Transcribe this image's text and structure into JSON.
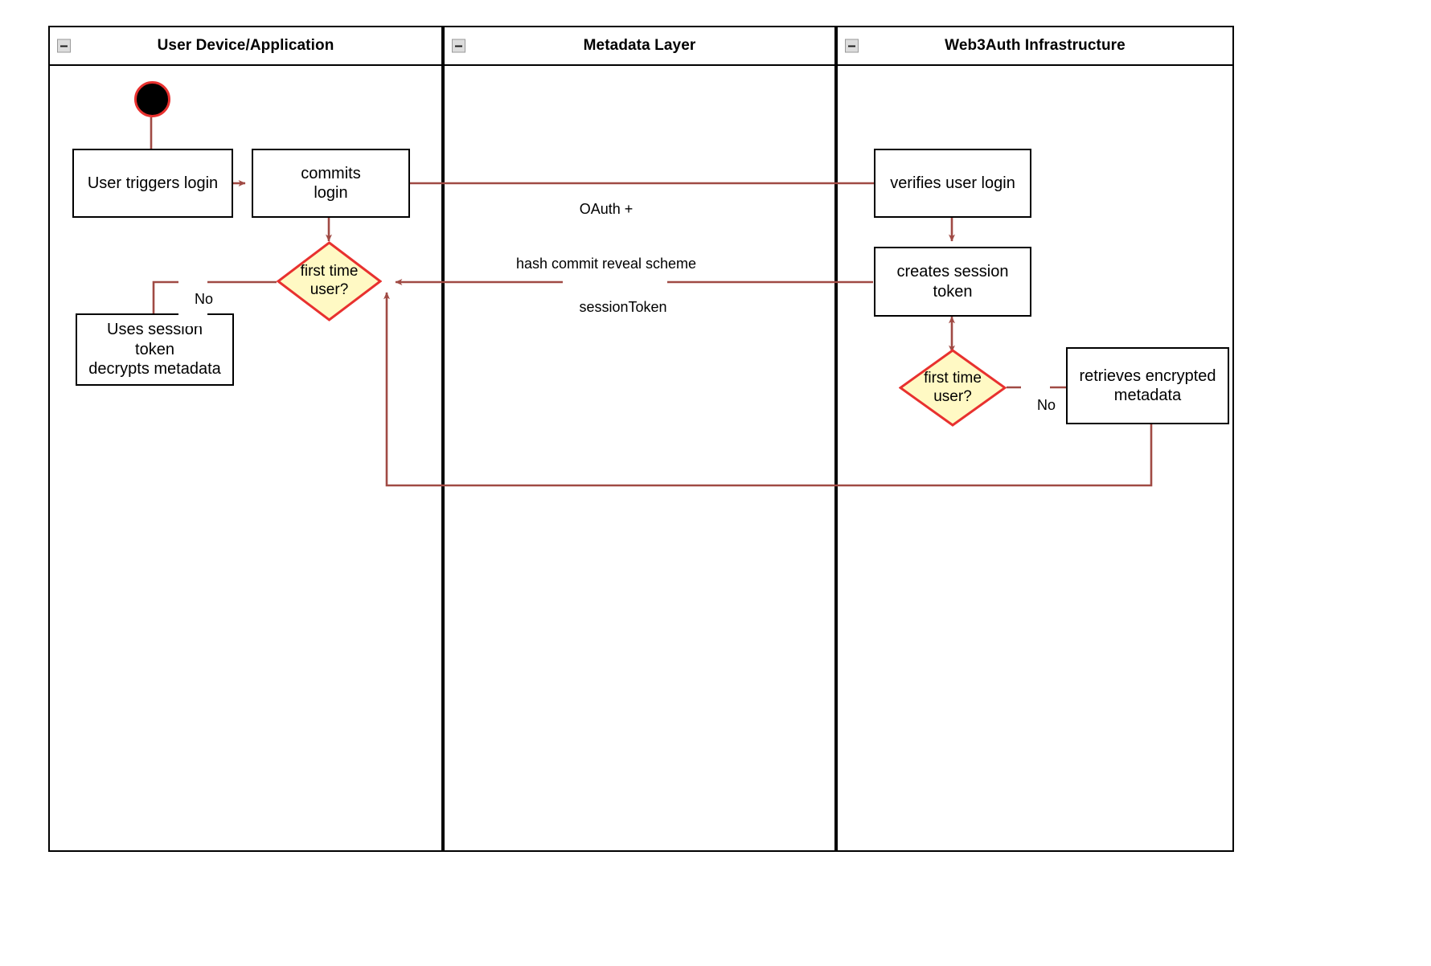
{
  "diagram": {
    "type": "uml-activity-swimlane",
    "colors": {
      "lane_border": "#000000",
      "node_border": "#000000",
      "node_fill": "#ffffff",
      "decision_fill": "#fff9c4",
      "decision_border": "#e8312f",
      "edge": "#a04a44",
      "start_fill": "#000000",
      "start_ring": "#e8312f",
      "collapse_icon_fill": "#dcdcdc"
    }
  },
  "lanes": [
    {
      "id": "lane-user",
      "title": "User Device/Application"
    },
    {
      "id": "lane-metadata",
      "title": "Metadata Layer"
    },
    {
      "id": "lane-web3auth",
      "title": "Web3Auth Infrastructure"
    }
  ],
  "nodes": {
    "start": {
      "label": "",
      "kind": "initial-node"
    },
    "user_triggers": {
      "label": "User triggers login",
      "kind": "action"
    },
    "commits_login": {
      "label": "commits\nlogin",
      "line1": "commits",
      "line2": "login",
      "kind": "action"
    },
    "decision_user": {
      "label": "first time\nuser?",
      "line1": "first time",
      "line2": "user?",
      "kind": "decision"
    },
    "uses_session": {
      "label": "Uses session\ntoken\ndecrypts metadata",
      "line1": "Uses session",
      "line2": "token",
      "line3": "decrypts metadata",
      "kind": "action"
    },
    "verifies_login": {
      "label": "verifies user login",
      "kind": "action"
    },
    "creates_token": {
      "label": "creates session\ntoken",
      "line1": "creates session",
      "line2": "token",
      "kind": "action"
    },
    "decision_web3": {
      "label": "first time\nuser?",
      "line1": "first time",
      "line2": "user?",
      "kind": "decision"
    },
    "retrieves_meta": {
      "label": "retrieves encrypted\nmetadata",
      "line1": "retrieves encrypted",
      "line2": "metadata",
      "kind": "action"
    }
  },
  "edge_labels": {
    "oauth_line1": "OAuth +",
    "oauth_line2": "hash commit reveal scheme",
    "session_token": "sessionToken",
    "no_left": "No",
    "no_right": "No"
  },
  "icons": {
    "collapse": "collapse-minus-icon"
  }
}
